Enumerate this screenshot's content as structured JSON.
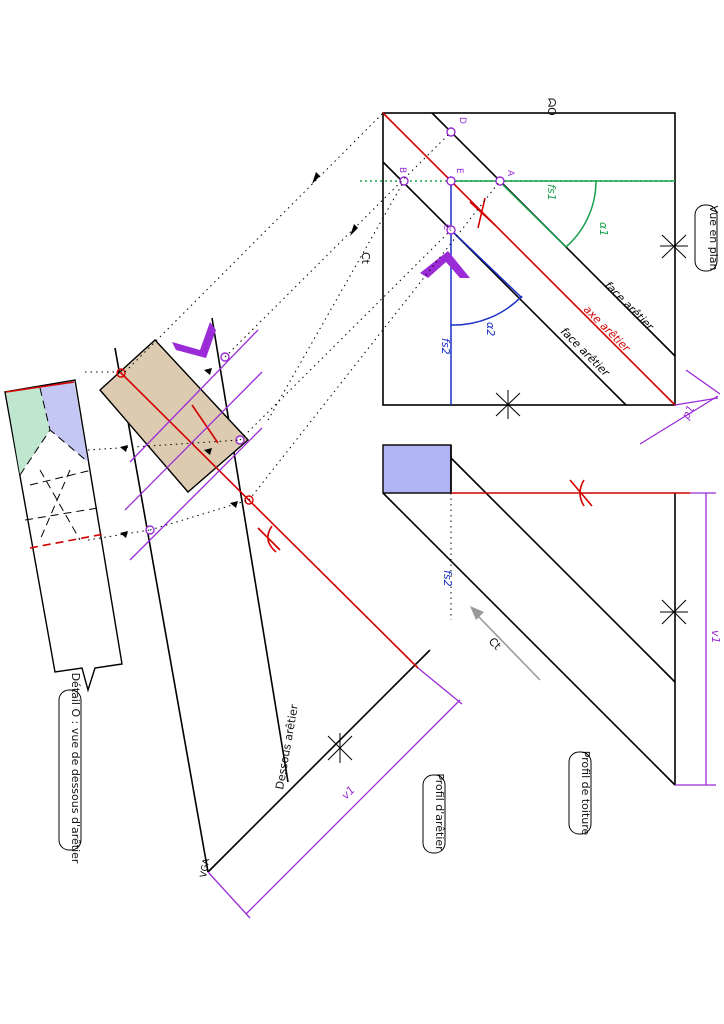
{
  "labels": {
    "vue_en_plan": "Vue en plan",
    "profil_toiture": "Profil de toiture",
    "profil_aretier": "Profil d'arêtier",
    "detail": "Détail O : vue de dessous d'arêtier",
    "dessous_aretier": "Dessous arêtier",
    "face_aretier_1": "face arêtier",
    "face_aretier_2": "face arêtier",
    "axe_aretier": "axe arêtier",
    "alpha1": "α1",
    "alpha2": "α2",
    "fs2_plan": "fs2",
    "fs2_profil": "fs2",
    "fs1": "fs1",
    "ct": "Ct",
    "ct2": "Ct",
    "p1": "p1",
    "v1_right": "v1",
    "v1_left": "v1",
    "vga": "VGA",
    "pt_a": "A",
    "pt_b": "B",
    "pt_c": "C",
    "pt_d": "D",
    "pt_e": "E",
    "corner_mark": "ᗣO"
  },
  "colors": {
    "line": "#000000",
    "axis": "#d40000",
    "plan_angle": "#17a04a",
    "profile_angle": "#1a2fc8",
    "construction": "#9a2bd6",
    "timber_section": "#dccbb0",
    "section_square": "#b0b4f4",
    "detail_green": "#bfe6cf",
    "detail_blue": "#c4c6f3"
  }
}
